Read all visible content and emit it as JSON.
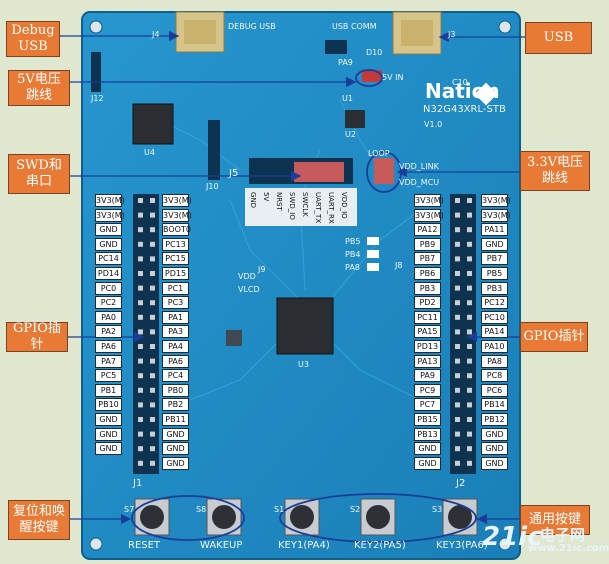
{
  "callouts": {
    "debug_usb": "Debug\nUSB",
    "usb": "USB",
    "v5_jumper": "5V电压\n跳线",
    "swd_uart": "SWD和\n串口",
    "v33_jumper": "3.3V电压\n跳线",
    "gpio_left": "GPIO插针",
    "gpio_right": "GPIO插针",
    "reset_wakeup": "复位和唤\n醒按键",
    "user_keys": "通用按键"
  },
  "board": {
    "logo": "Nation",
    "model": "N32G43XRL-STB",
    "version": "V1.0",
    "debug_usb_label": "DEBUG USB",
    "usb_comm_label": "USB COMM",
    "j4": "J4",
    "j3": "J3",
    "j5": "J5",
    "j1": "J1",
    "j2": "J2",
    "j12": "J12",
    "j10": "J10",
    "j9": "J9",
    "j8": "J8",
    "u1": "U1",
    "u2": "U2",
    "u3": "U3",
    "u4": "U4",
    "led_vdd": "VDD",
    "led_vlcd": "VLCD",
    "v5_in": "5V IN",
    "pa9": "PA9",
    "c10": "C10",
    "d10": "D10",
    "pb5": "PB5",
    "pb4": "PB4",
    "pa8": "PA8",
    "loop": "LOOP",
    "vdd_link": "VDD_LINK",
    "vdd_mcu": "VDD_MCU",
    "swd_header_labels": [
      "GND",
      "5V",
      "NRST",
      "SWD_IO",
      "SWCLK",
      "UART_TX",
      "UART_RX",
      "VDD_IO"
    ],
    "buttons": [
      {
        "ref": "S7",
        "label": "RESET"
      },
      {
        "ref": "S8",
        "label": "WAKEUP"
      },
      {
        "ref": "S1",
        "label": "KEY1(PA4)"
      },
      {
        "ref": "S2",
        "label": "KEY2(PA5)"
      },
      {
        "ref": "S3",
        "label": "KEY3(PA6)"
      }
    ]
  },
  "headers": {
    "j1_outer": [
      "3V3(M)",
      "3V3(M)",
      "GND",
      "GND",
      "PC14",
      "PD14",
      "PC0",
      "PC2",
      "PA0",
      "PA2",
      "PA6",
      "PA7",
      "PC5",
      "PB1",
      "PB10",
      "GND",
      "GND",
      "GND"
    ],
    "j1_inner": [
      "3V3(M)",
      "3V3(M)",
      "BOOT0",
      "PC13",
      "PC15",
      "PD15",
      "PC1",
      "PC3",
      "PA1",
      "PA3",
      "PA4",
      "PA6",
      "PC4",
      "PB0",
      "PB2",
      "PB11",
      "GND",
      "GND",
      "GND"
    ],
    "j2_inner": [
      "3V3(M)",
      "3V3(M)",
      "PA12",
      "PB9",
      "PB7",
      "PB6",
      "PB3",
      "PD2",
      "PC11",
      "PA15",
      "PD13",
      "PA13",
      "PA9",
      "PC9",
      "PC7",
      "PB15",
      "PB13",
      "GND",
      "GND"
    ],
    "j2_outer": [
      "3V3(M)",
      "3V3(M)",
      "PA11",
      "GND",
      "PB7",
      "PB5",
      "PB3",
      "PC12",
      "PC10",
      "PA14",
      "PA10",
      "PA8",
      "PC8",
      "PC6",
      "PB14",
      "PB12",
      "GND",
      "GND",
      "GND"
    ]
  },
  "watermark": {
    "brand": "21ic",
    "cn": "电子网",
    "url": "www.21ic.com"
  },
  "colors": {
    "pcb": "#1e8ac4",
    "callout": "#e87a36",
    "arrow": "#1a3d9a"
  }
}
